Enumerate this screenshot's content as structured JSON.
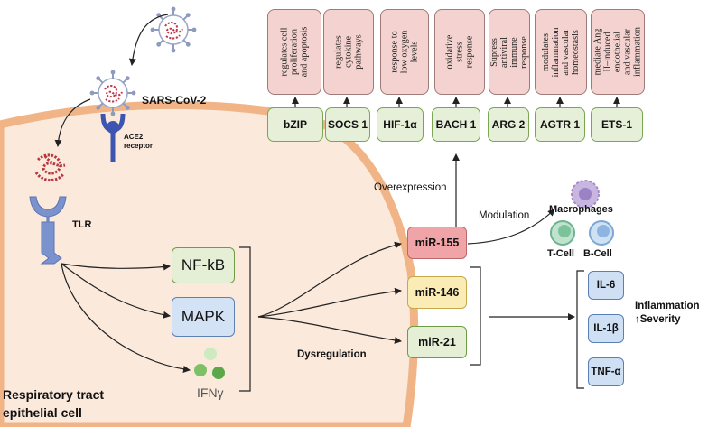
{
  "virus": {
    "name": "SARS-CoV-2",
    "receptor": "ACE2 receptor",
    "tlr": "TLR"
  },
  "cell": {
    "label": "Respiratory tract epithelial cell",
    "label_line1": "Respiratory tract",
    "label_line2": "epithelial cell"
  },
  "pathways": [
    {
      "label": "NF-kB",
      "fill": "#e4efd6",
      "stroke": "#6f9b45"
    },
    {
      "label": "MAPK",
      "fill": "#d3e2f4",
      "stroke": "#5b81b5"
    }
  ],
  "ifn": {
    "label": "IFNγ"
  },
  "labels": {
    "dysregulation": "Dysregulation",
    "overexpression": "Overexpression",
    "modulation": "Modulation",
    "macrophages": "Macrophages",
    "tcell": "T-Cell",
    "bcell": "B-Cell",
    "inflammation": "Inflammation",
    "severity": "↑Severity"
  },
  "mirnas": [
    {
      "label": "miR-155",
      "fill": "#f0a4a7",
      "stroke": "#b9686b"
    },
    {
      "label": "miR-146",
      "fill": "#fbecb6",
      "stroke": "#c6a94c"
    },
    {
      "label": "miR-21",
      "fill": "#e4efd6",
      "stroke": "#6f9b45"
    }
  ],
  "cytokines": [
    "IL-6",
    "IL-1β",
    "TNF-α"
  ],
  "targets": [
    {
      "name": "bZIP",
      "function": "regulates cell proliferation and apoptosis"
    },
    {
      "name": "SOCS 1",
      "function": "regulates cytokine pathways"
    },
    {
      "name": "HIF-1α",
      "function": "response to low oxygen levels"
    },
    {
      "name": "BACH 1",
      "function": "oxidative stress response"
    },
    {
      "name": "ARG 2",
      "function": "Supress antiviral immune response"
    },
    {
      "name": "AGTR 1",
      "function": "modulates inflammation and vascular homeostasis"
    },
    {
      "name": "ETS-1",
      "function": "mediate Ang II–induced endothelial and vascular inflammation"
    }
  ]
}
